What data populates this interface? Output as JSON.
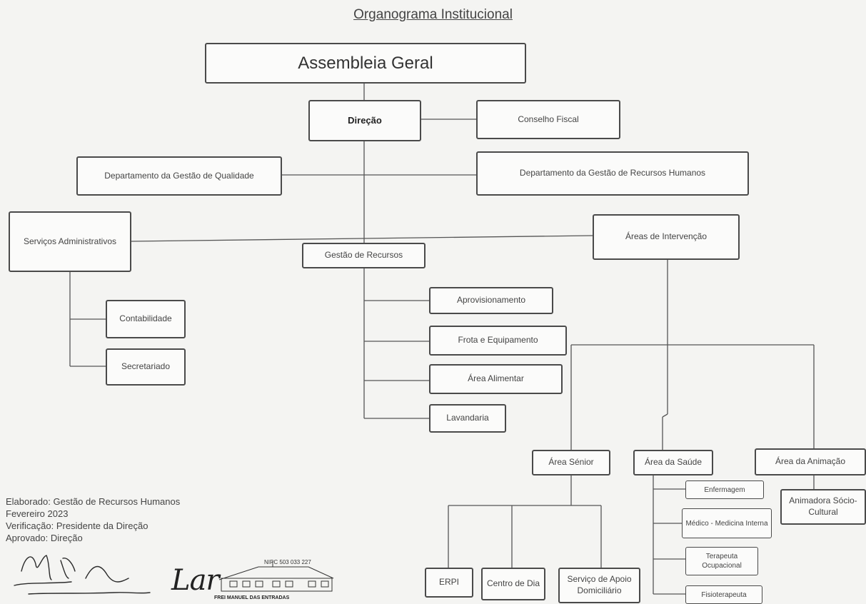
{
  "title": "Organograma Institucional",
  "nodes": {
    "assembleia": "Assembleia Geral",
    "direcao": "Direção",
    "conselho_fiscal": "Conselho Fiscal",
    "dep_qualidade": "Departamento da Gestão de Qualidade",
    "dep_rh": "Departamento da Gestão de Recursos Humanos",
    "servicos_adm": "Serviços Administrativos",
    "gestao_recursos": "Gestão de Recursos",
    "areas_intervencao": "Áreas de Intervenção",
    "contabilidade": "Contabilidade",
    "secretariado": "Secretariado",
    "aprovisionamento": "Aprovisionamento",
    "frota": "Frota e Equipamento",
    "area_alimentar": "Área Alimentar",
    "lavandaria": "Lavandaria",
    "area_senior": "Área Sénior",
    "area_saude": "Área da Saúde",
    "area_animacao": "Área da Animação",
    "erpi": "ERPI",
    "centro_dia": "Centro de Dia",
    "sad": "Serviço de Apoio Domiciliário",
    "enfermagem": "Enfermagem",
    "medico": "Médico - Medicina Interna",
    "terapeuta": "Terapeuta Ocupacional",
    "fisioterapeuta": "Fisioterapeuta",
    "animadora": "Animadora Sócio-Cultural"
  },
  "footer": {
    "line1": "Elaborado: Gestão de Recursos Humanos",
    "line2": "Fevereiro 2023",
    "line3": "Verificação: Presidente da Direção",
    "line4": "Aprovado: Direção"
  },
  "stamp": {
    "logo_word": "Lar",
    "nipc": "NIPC 503 033 227",
    "name": "FREI MANUEL DAS ENTRADAS"
  }
}
